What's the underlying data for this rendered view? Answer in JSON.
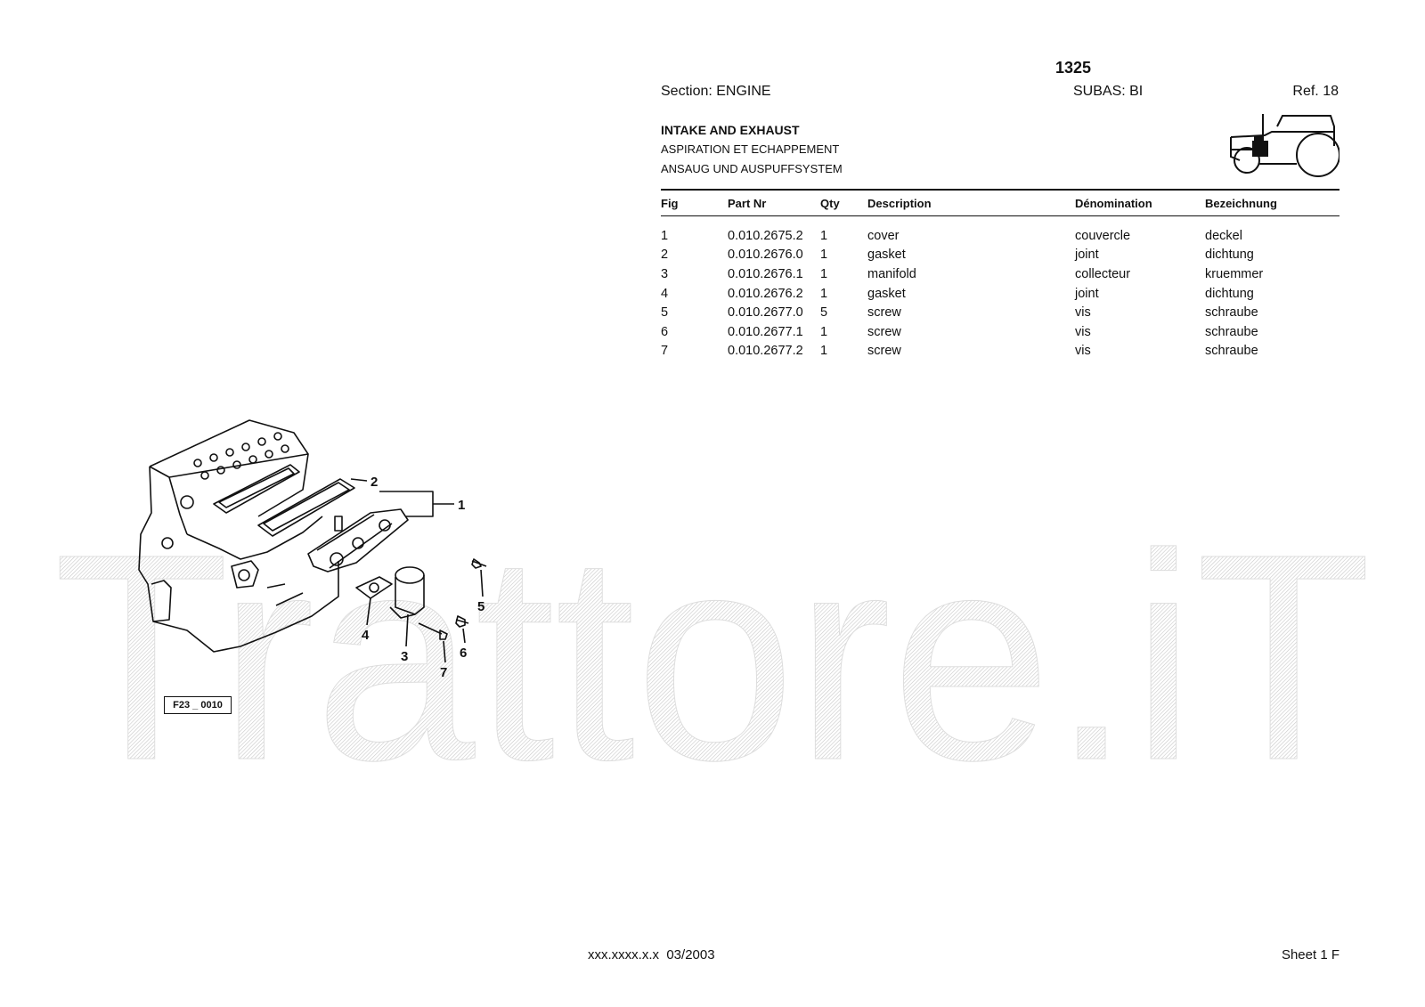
{
  "header": {
    "model": "1325",
    "section": "Section: ENGINE",
    "subas": "SUBAS: BI",
    "ref": "Ref. 18"
  },
  "titles": {
    "english": "INTAKE AND EXHAUST",
    "french": "ASPIRATION ET ECHAPPEMENT",
    "german": "ANSAUG UND AUSPUFFSYSTEM"
  },
  "table": {
    "columns": [
      "Fig",
      "Part Nr",
      "Qty",
      "Description",
      "Dénomination",
      "Bezeichnung"
    ],
    "rows": [
      [
        "1",
        "0.010.2675.2",
        "1",
        "cover",
        "couvercle",
        "deckel"
      ],
      [
        "2",
        "0.010.2676.0",
        "1",
        "gasket",
        "joint",
        "dichtung"
      ],
      [
        "3",
        "0.010.2676.1",
        "1",
        "manifold",
        "collecteur",
        "kruemmer"
      ],
      [
        "4",
        "0.010.2676.2",
        "1",
        "gasket",
        "joint",
        "dichtung"
      ],
      [
        "5",
        "0.010.2677.0",
        "5",
        "screw",
        "vis",
        "schraube"
      ],
      [
        "6",
        "0.010.2677.1",
        "1",
        "screw",
        "vis",
        "schraube"
      ],
      [
        "7",
        "0.010.2677.2",
        "1",
        "screw",
        "vis",
        "schraube"
      ]
    ]
  },
  "diagram": {
    "callouts": [
      "1",
      "2",
      "3",
      "4",
      "5",
      "6",
      "7"
    ],
    "figure_code": "F23 _ 0010"
  },
  "watermark": "Trattore.iT",
  "footer": {
    "code": "xxx.xxxx.x.x  03/2003",
    "sheet": "Sheet 1 F"
  },
  "icons": [
    "tractor-icon",
    "engine-exploded-drawing"
  ]
}
